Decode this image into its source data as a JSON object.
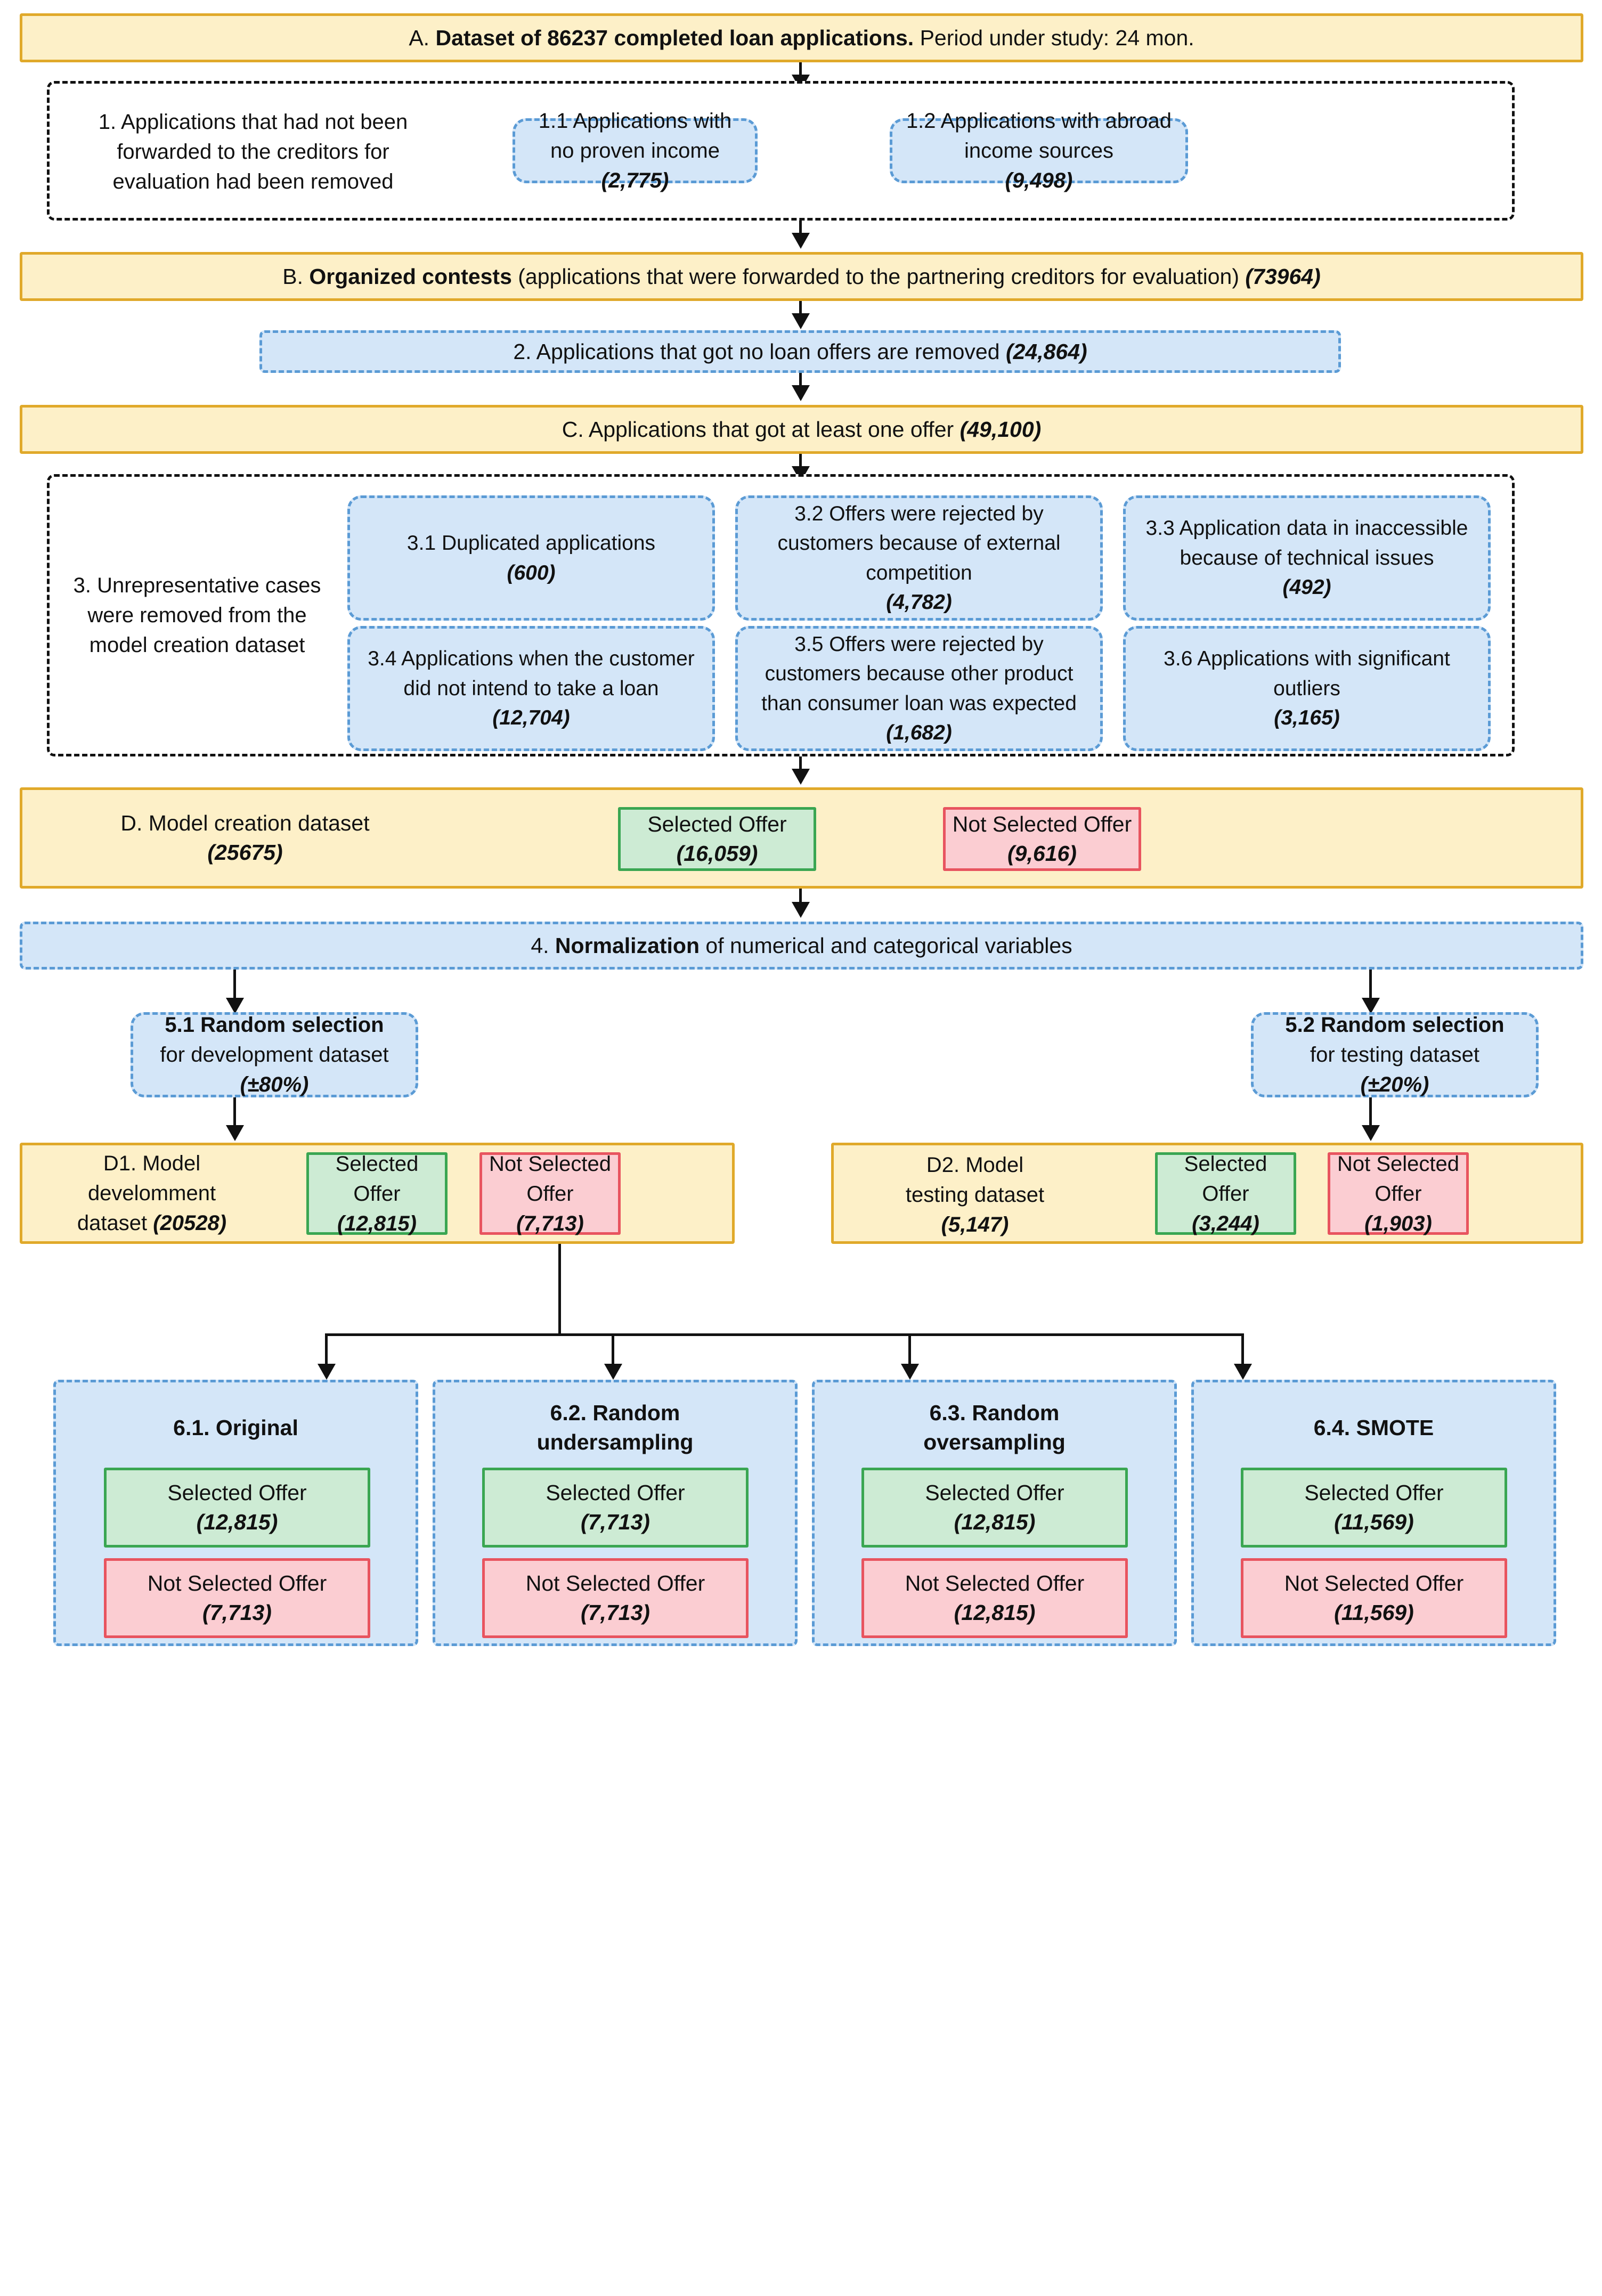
{
  "boxA": {
    "prefix": "A. ",
    "bold": "Dataset of 86237 completed loan applications.",
    "rest": " Period under study: 24 mon."
  },
  "step1": {
    "label": "1. Applications that had not been forwarded to the creditors for evaluation had been removed",
    "items": [
      {
        "label": "1.1 Applications with no proven income",
        "count": "(2,775)"
      },
      {
        "label": "1.2 Applications with abroad income sources",
        "count": "(9,498)"
      }
    ]
  },
  "boxB": {
    "prefix": "B. ",
    "bold": "Organized contests",
    "rest": " (applications that were forwarded to the partnering creditors for evaluation) ",
    "count": "(73964)"
  },
  "step2": {
    "label": "2. Applications that got no loan offers are removed ",
    "count": "(24,864)"
  },
  "boxC": {
    "label": "C. Applications that got at least one offer ",
    "count": "(49,100)"
  },
  "step3": {
    "label": "3. Unrepresentative cases were removed from the model creation dataset",
    "items": [
      {
        "label": "3.1 Duplicated applications",
        "count": "(600)"
      },
      {
        "label": "3.2 Offers were rejected by customers because of external competition",
        "count": "(4,782)"
      },
      {
        "label": "3.3 Application data in inaccessible because of technical issues",
        "count": "(492)"
      },
      {
        "label": "3.4 Applications when the customer did not intend to take a loan",
        "count": "(12,704)"
      },
      {
        "label": "3.5 Offers were rejected by customers because other product than consumer loan was expected",
        "count": "(1,682)"
      },
      {
        "label": "3.6 Applications with significant outliers",
        "count": "(3,165)"
      }
    ]
  },
  "boxD": {
    "label": "D. Model creation dataset",
    "count": "(25675)",
    "selected": {
      "label": "Selected Offer",
      "count": "(16,059)"
    },
    "not_selected": {
      "label": "Not Selected Offer",
      "count": "(9,616)"
    }
  },
  "step4": {
    "prefix": "4. ",
    "bold": "Normalization",
    "rest": " of numerical and categorical variables"
  },
  "step5": [
    {
      "bold": "5.1 Random selection",
      "rest": "for development dataset",
      "count": "(±80%)"
    },
    {
      "bold": "5.2 Random selection",
      "rest": "for testing dataset",
      "count": "(±20%)"
    }
  ],
  "boxD1": {
    "label_line1": "D1. Model",
    "label_line2": "develomment",
    "label_line3_pre": "dataset ",
    "count": "(20528)",
    "selected": {
      "label_line1": "Selected",
      "label_line2": "Offer",
      "count": "(12,815)"
    },
    "not_selected": {
      "label_line1": "Not Selected",
      "label_line2": "Offer",
      "count": "(7,713)"
    }
  },
  "boxD2": {
    "label_line1": "D2. Model",
    "label_line2": "testing dataset",
    "count": "(5,147)",
    "selected": {
      "label_line1": "Selected",
      "label_line2": "Offer",
      "count": "(3,244)"
    },
    "not_selected": {
      "label_line1": "Not Selected",
      "label_line2": "Offer",
      "count": "(1,903)"
    }
  },
  "step6": [
    {
      "title_line1": "6.1. Original",
      "title_line2": "",
      "selected": {
        "label": "Selected Offer",
        "count": "(12,815)"
      },
      "not_selected": {
        "label": "Not Selected Offer",
        "count": "(7,713)"
      }
    },
    {
      "title_line1": "6.2. Random",
      "title_line2": "undersampling",
      "selected": {
        "label": "Selected Offer",
        "count": "(7,713)"
      },
      "not_selected": {
        "label": "Not Selected Offer",
        "count": "(7,713)"
      }
    },
    {
      "title_line1": "6.3. Random",
      "title_line2": "oversampling",
      "selected": {
        "label": "Selected Offer",
        "count": "(12,815)"
      },
      "not_selected": {
        "label": "Not Selected Offer",
        "count": "(12,815)"
      }
    },
    {
      "title_line1": "6.4. SMOTE",
      "title_line2": "",
      "selected": {
        "label": "Selected Offer",
        "count": "(11,569)"
      },
      "not_selected": {
        "label": "Not Selected Offer",
        "count": "(11,569)"
      }
    }
  ],
  "colors": {
    "yellow_fill": "#fdf0c8",
    "yellow_border": "#e0a92a",
    "blue_fill": "#d4e6f8",
    "blue_border": "#5b9bd5",
    "green_fill": "#cdebd4",
    "green_border": "#3aa652",
    "red_fill": "#fbcdd2",
    "red_border": "#e8545f",
    "connector": "#111111"
  }
}
